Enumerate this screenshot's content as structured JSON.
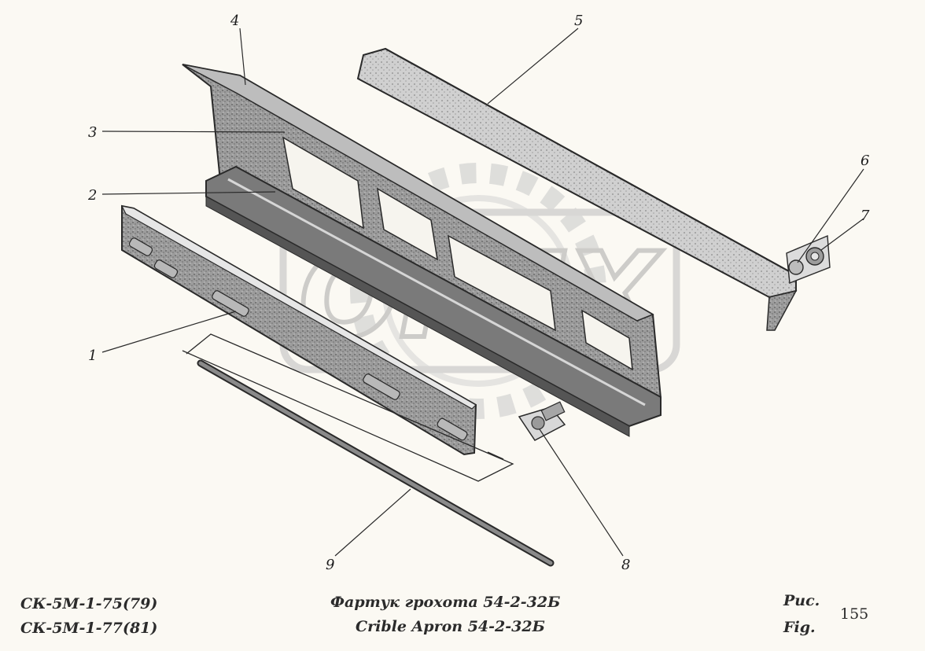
{
  "callouts": {
    "n1": "1",
    "n2": "2",
    "n3": "3",
    "n4": "4",
    "n5": "5",
    "n6": "6",
    "n7": "7",
    "n8": "8",
    "n9": "9"
  },
  "watermark": {
    "text": "OPEX"
  },
  "footer": {
    "model_line1": "СК-5М-1-75(79)",
    "model_line2": "СК-5М-1-77(81)",
    "title_ru": "Фартук грохота 54-2-32Б",
    "title_fr": "Crible Apron 54-2-32Б",
    "fig_ru": "Рис.",
    "fig_en": "Fig.",
    "fig_number": "155"
  },
  "colors": {
    "ink": "#2a2a2a",
    "metal_dark": "#6d6d6d",
    "metal_mid": "#9a9a9a",
    "metal_light": "#c9c9c9",
    "watermark": "#d2d2d2"
  }
}
